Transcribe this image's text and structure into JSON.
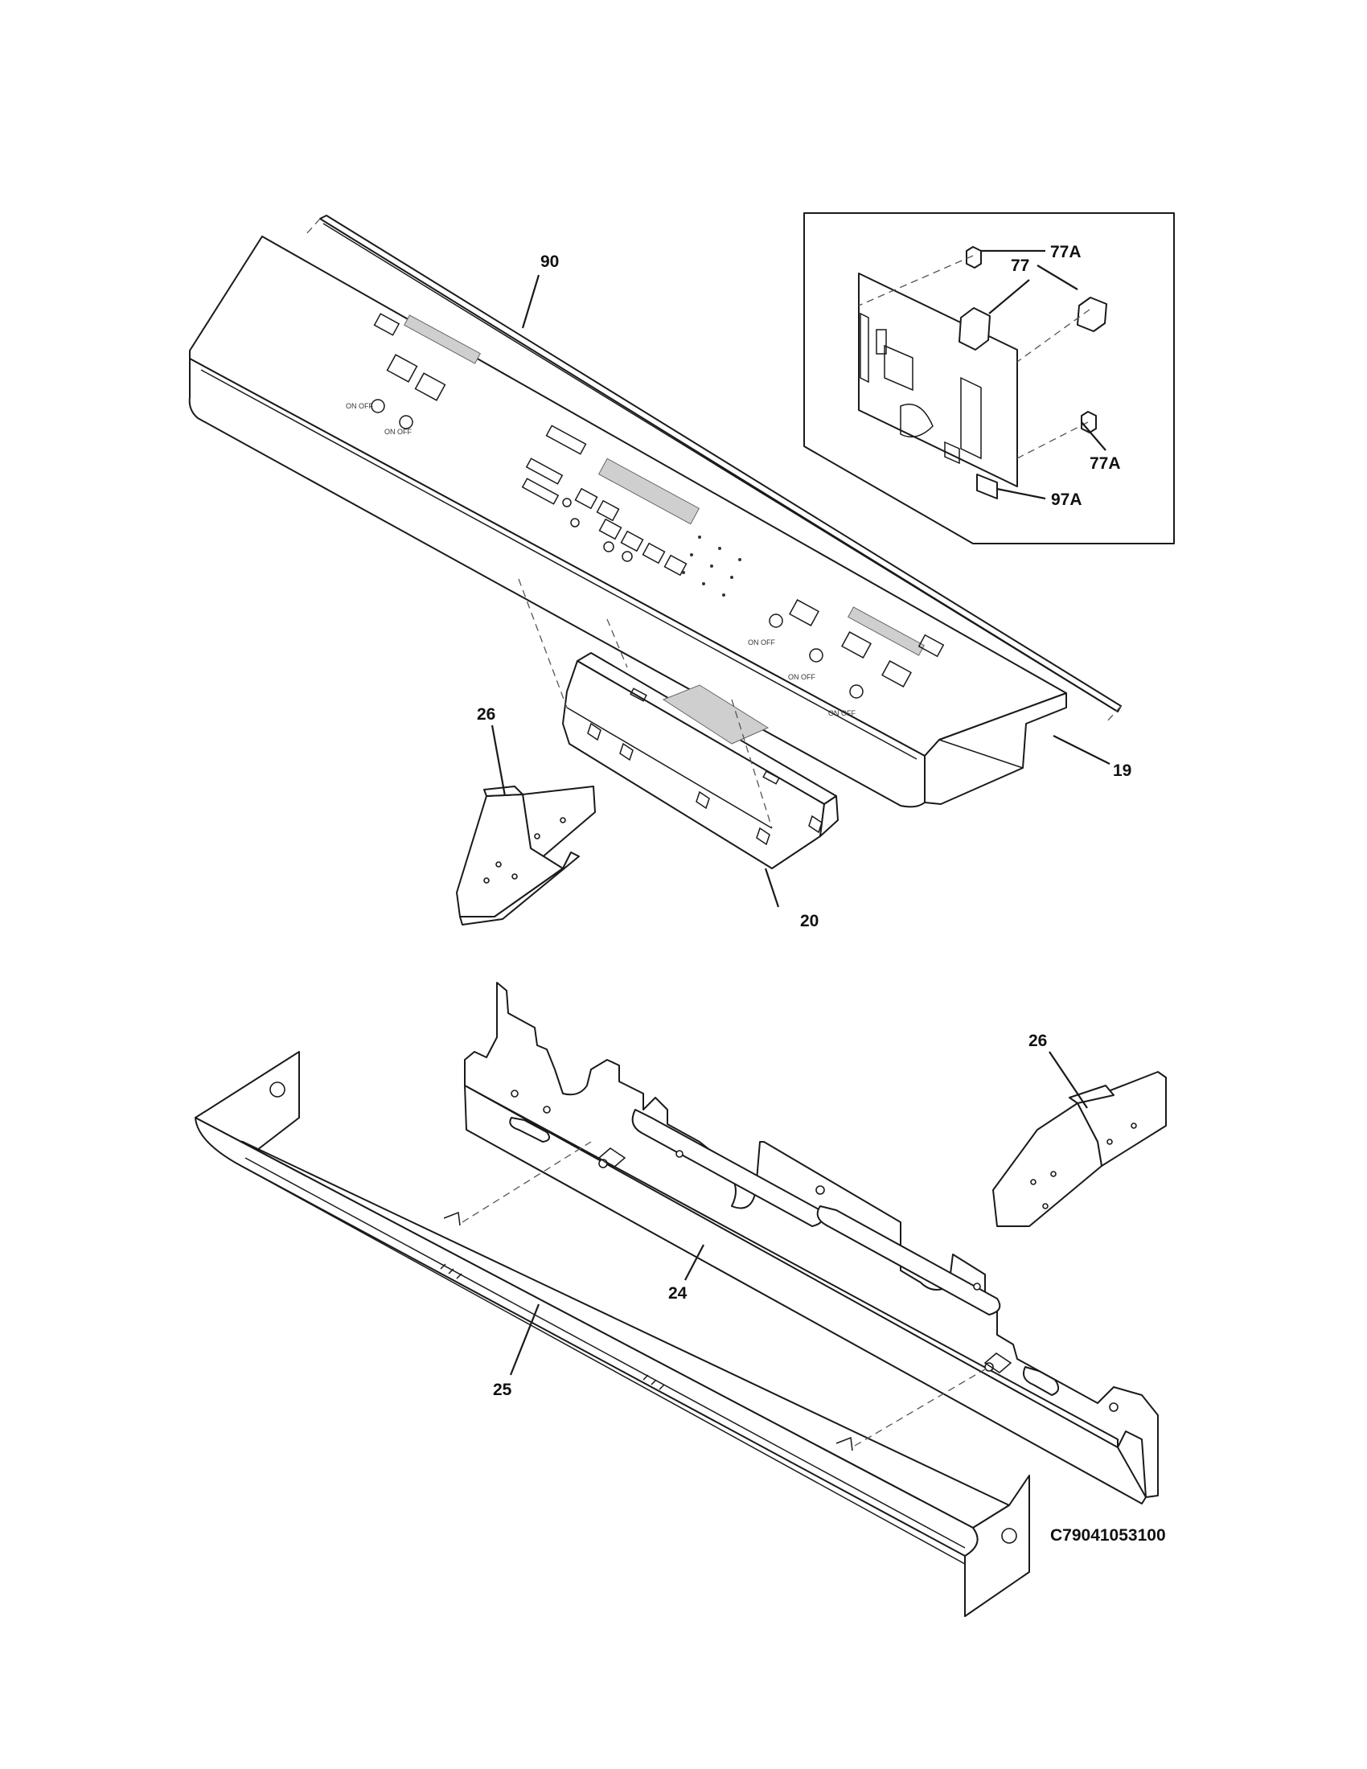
{
  "diagram": {
    "callouts": [
      {
        "id": "90",
        "label": "90"
      },
      {
        "id": "77A-top",
        "label": "77A"
      },
      {
        "id": "77",
        "label": "77"
      },
      {
        "id": "77A-right",
        "label": "77A"
      },
      {
        "id": "97A",
        "label": "97A"
      },
      {
        "id": "26-top",
        "label": "26"
      },
      {
        "id": "19",
        "label": "19"
      },
      {
        "id": "20",
        "label": "20"
      },
      {
        "id": "26-bottom",
        "label": "26"
      },
      {
        "id": "24",
        "label": "24"
      },
      {
        "id": "25",
        "label": "25"
      }
    ],
    "drawing_code": "C79041053100"
  }
}
